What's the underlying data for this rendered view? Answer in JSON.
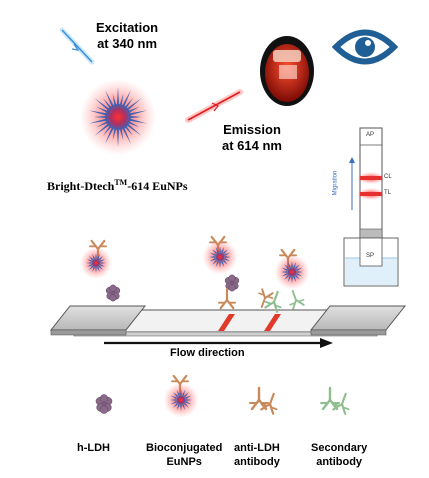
{
  "excitation": {
    "line1": "Excitation",
    "line2": "at 340 nm"
  },
  "emission": {
    "line1": "Emission",
    "line2": "at 614 nm"
  },
  "product": {
    "name": "Bright-Dtech",
    "trademark": "TM",
    "suffix": "-614 EuNPs"
  },
  "strip": {
    "ap": "AP",
    "cl": "CL",
    "tl": "TL",
    "sp": "SP",
    "migration": "Migration"
  },
  "flow": {
    "label": "Flow direction"
  },
  "legend": {
    "hldh": "h-LDH",
    "euNPs_line1": "Bioconjugated",
    "euNPs_line2": "EuNPs",
    "antiLDH_line1": "anti-LDH",
    "antiLDH_line2": "antibody",
    "secondary_line1": "Secondary",
    "secondary_line2": "antibody"
  },
  "colors": {
    "excitation_ray": "#6ab4e8",
    "emission_ray": "#e83a3a",
    "nanoparticle": "#3f63b5",
    "antibody_brown": "#c88a5a",
    "antibody_green": "#8fbf8f",
    "hldh": "#8a6a8a",
    "eye": "#1f5f96"
  }
}
